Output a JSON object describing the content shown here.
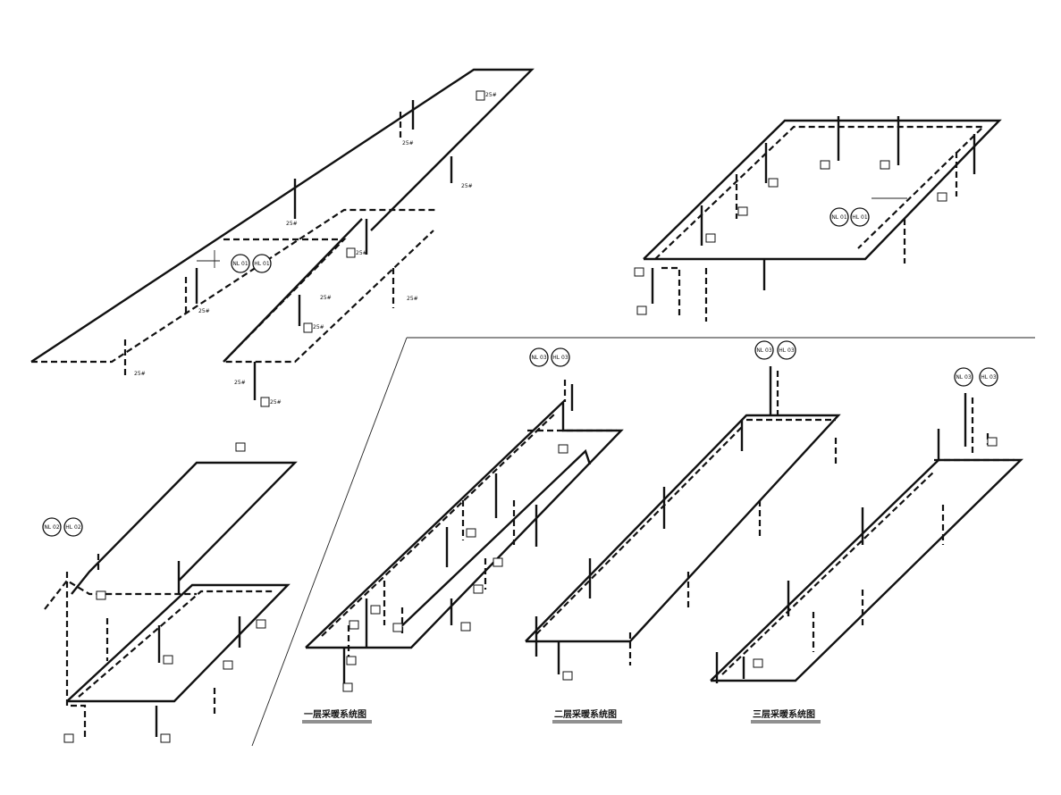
{
  "captions": {
    "floor1": "一层采暖系统图",
    "floor2": "二层采暖系统图",
    "floor3": "三层采暖系统图"
  },
  "radiator_label": "25#",
  "riser_labels": [
    "NL 01",
    "HL 01",
    "NL 02",
    "HL 02",
    "NL 03",
    "HL 03"
  ],
  "colors": {
    "line": "#111111",
    "background": "#ffffff"
  }
}
